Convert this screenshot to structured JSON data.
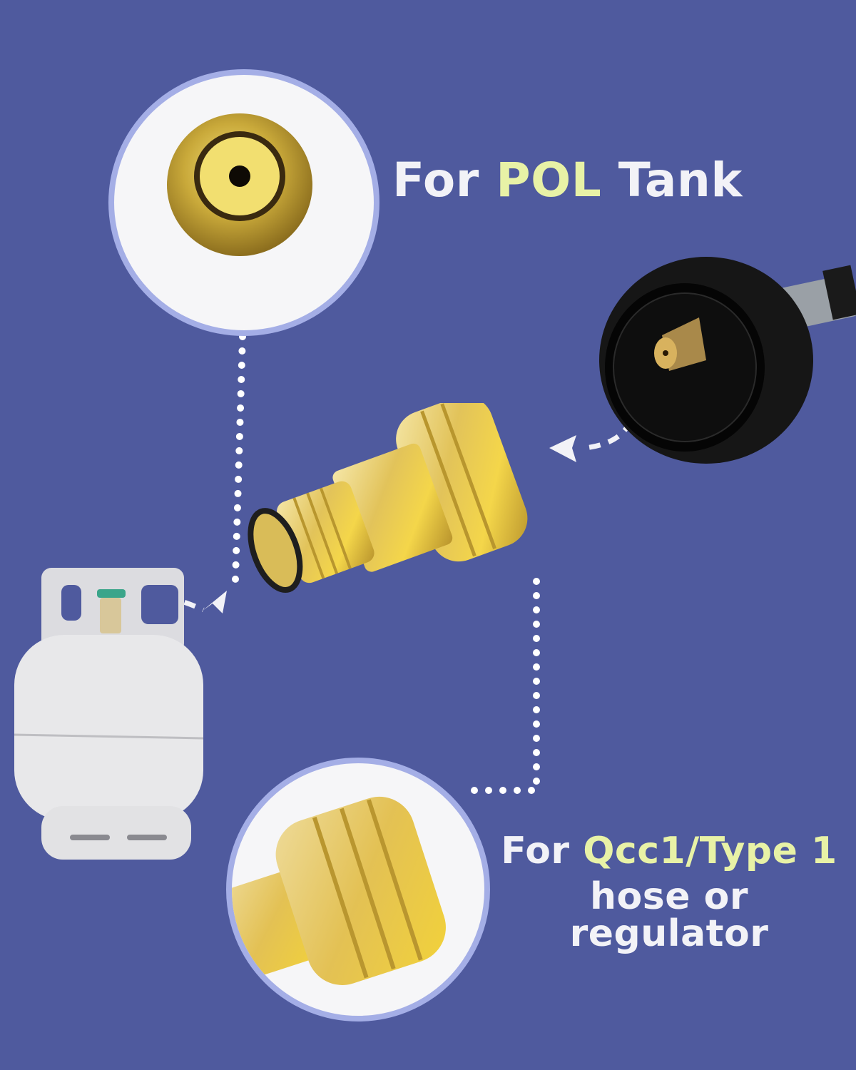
{
  "background_color": "#4F5A9E",
  "highlight_color": "#E8F2A6",
  "text_color": "#F2F2F7",
  "circle_ring_color": "#A4AEE6",
  "labels": {
    "pol": {
      "prefix": "For ",
      "highlight": "POL",
      "suffix": " Tank"
    },
    "qcc1": {
      "prefix": "For ",
      "highlight": "Qcc1/Type 1",
      "line2": "hose or regulator"
    }
  },
  "images": {
    "pol_closeup": "brass-pol-fitting-end-view",
    "adapter": "brass-pol-to-qcc1-adapter",
    "hose_connector": "black-qcc1-hose-coupler",
    "tank": "white-propane-tank",
    "qcc1_closeup": "brass-qcc1-thread-closeup"
  }
}
